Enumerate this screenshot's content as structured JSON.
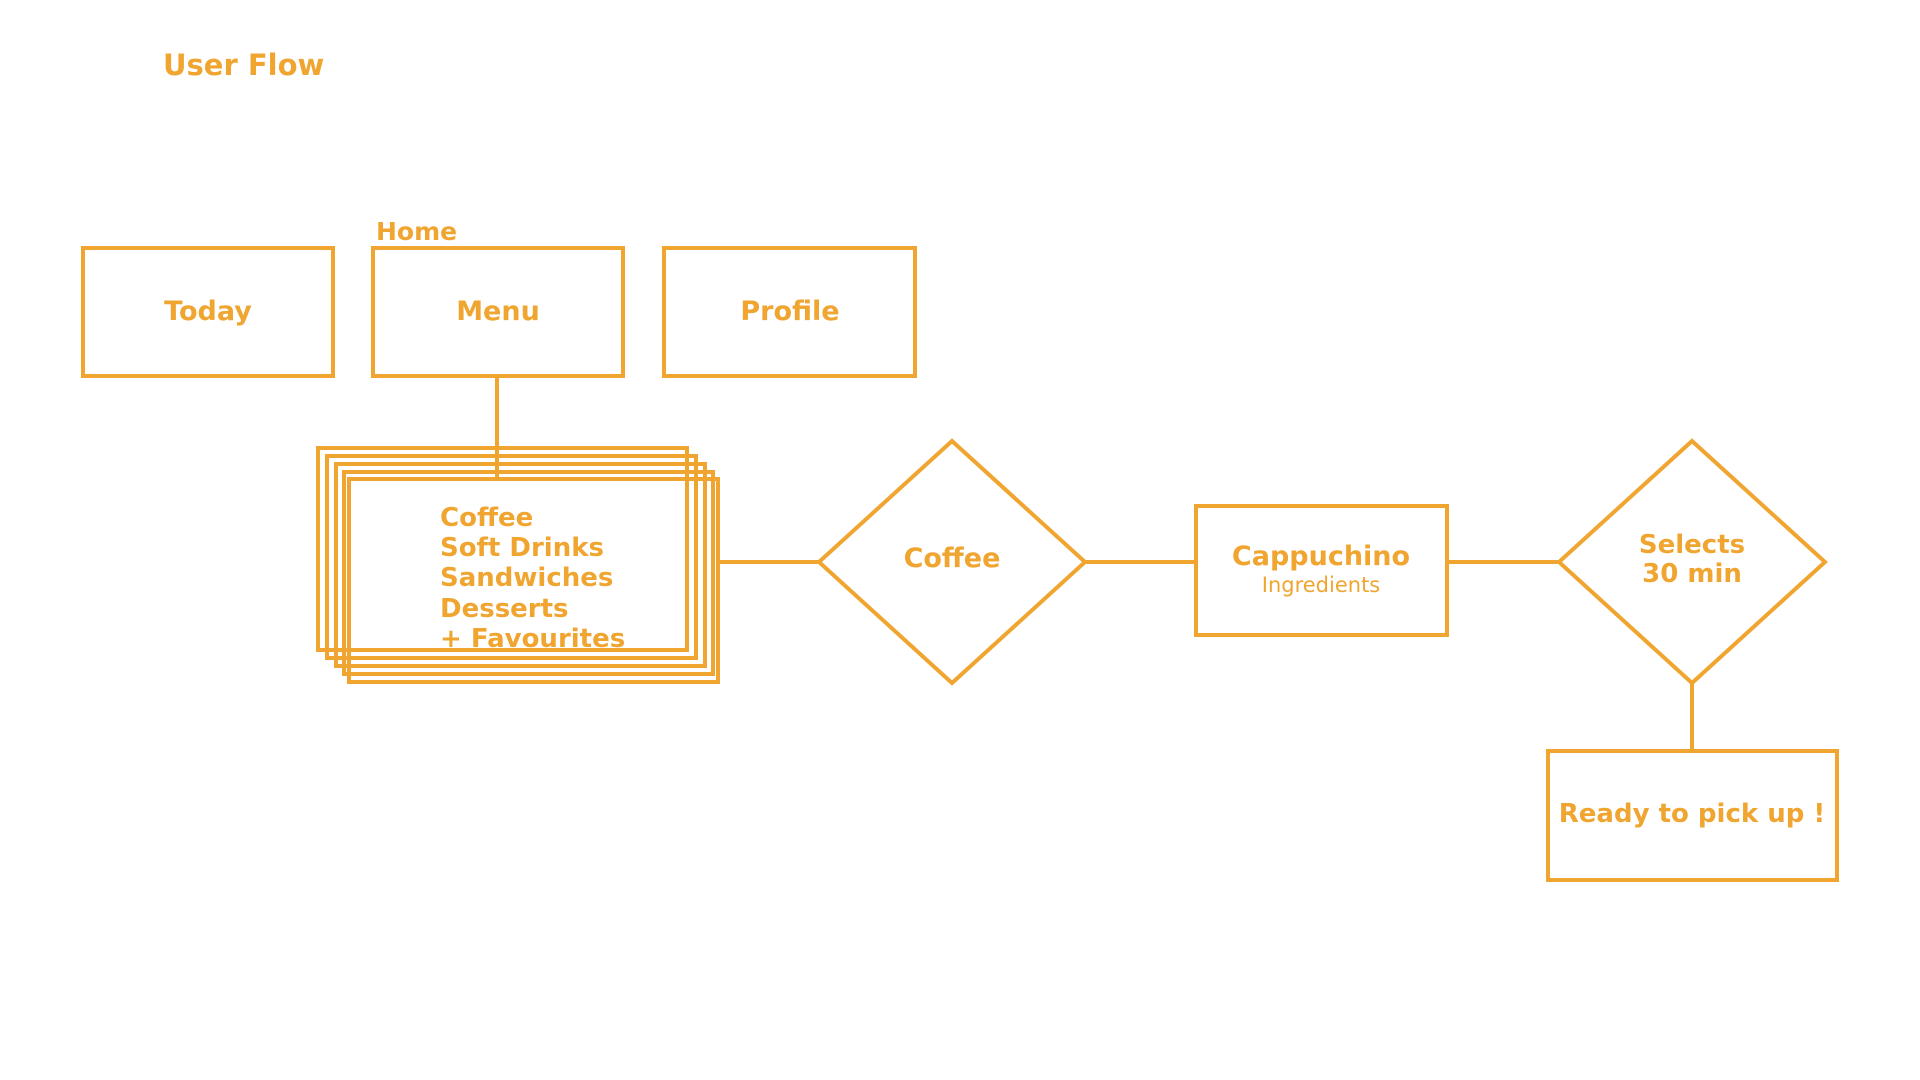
{
  "title": "User Flow",
  "colors": {
    "accent": "#F0A530",
    "background": "#FFFFFF"
  },
  "nav": {
    "group_label": "Home",
    "today": "Today",
    "menu": "Menu",
    "profile": "Profile"
  },
  "menu_list": {
    "items": [
      "Coffee",
      "Soft Drinks",
      "Sandwiches",
      "Desserts",
      "+ Favourites"
    ]
  },
  "decision_coffee": "Coffee",
  "product": {
    "title": "Cappuchino",
    "subtitle": "Ingredients"
  },
  "decision_time": {
    "line1": "Selects",
    "line2": "30 min"
  },
  "final": "Ready to pick up !"
}
